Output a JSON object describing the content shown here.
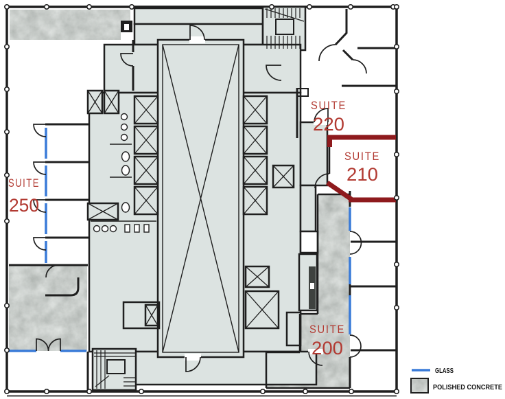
{
  "drawing": {
    "suite_labels": [
      {
        "word": "SUITE",
        "number": "250"
      },
      {
        "word": "SUITE",
        "number": "220"
      },
      {
        "word": "SUITE",
        "number": "210"
      },
      {
        "word": "SUITE",
        "number": "200"
      }
    ],
    "legend": [
      {
        "label": "GLASS",
        "symbol": "glass-line"
      },
      {
        "label": "POLISHED CONCRETE",
        "symbol": "concrete-swatch"
      }
    ],
    "colors": {
      "glass_blue": "#3a7bd8",
      "suite_highlight_maroon": "#8e1a1d",
      "suite_label_red": "#b23a32",
      "core_fill": "#dce3e1",
      "concrete_gray": "#8f9790",
      "wall_black": "#1f1f1f",
      "background": "#ffffff",
      "legend_text": "#101010"
    }
  }
}
